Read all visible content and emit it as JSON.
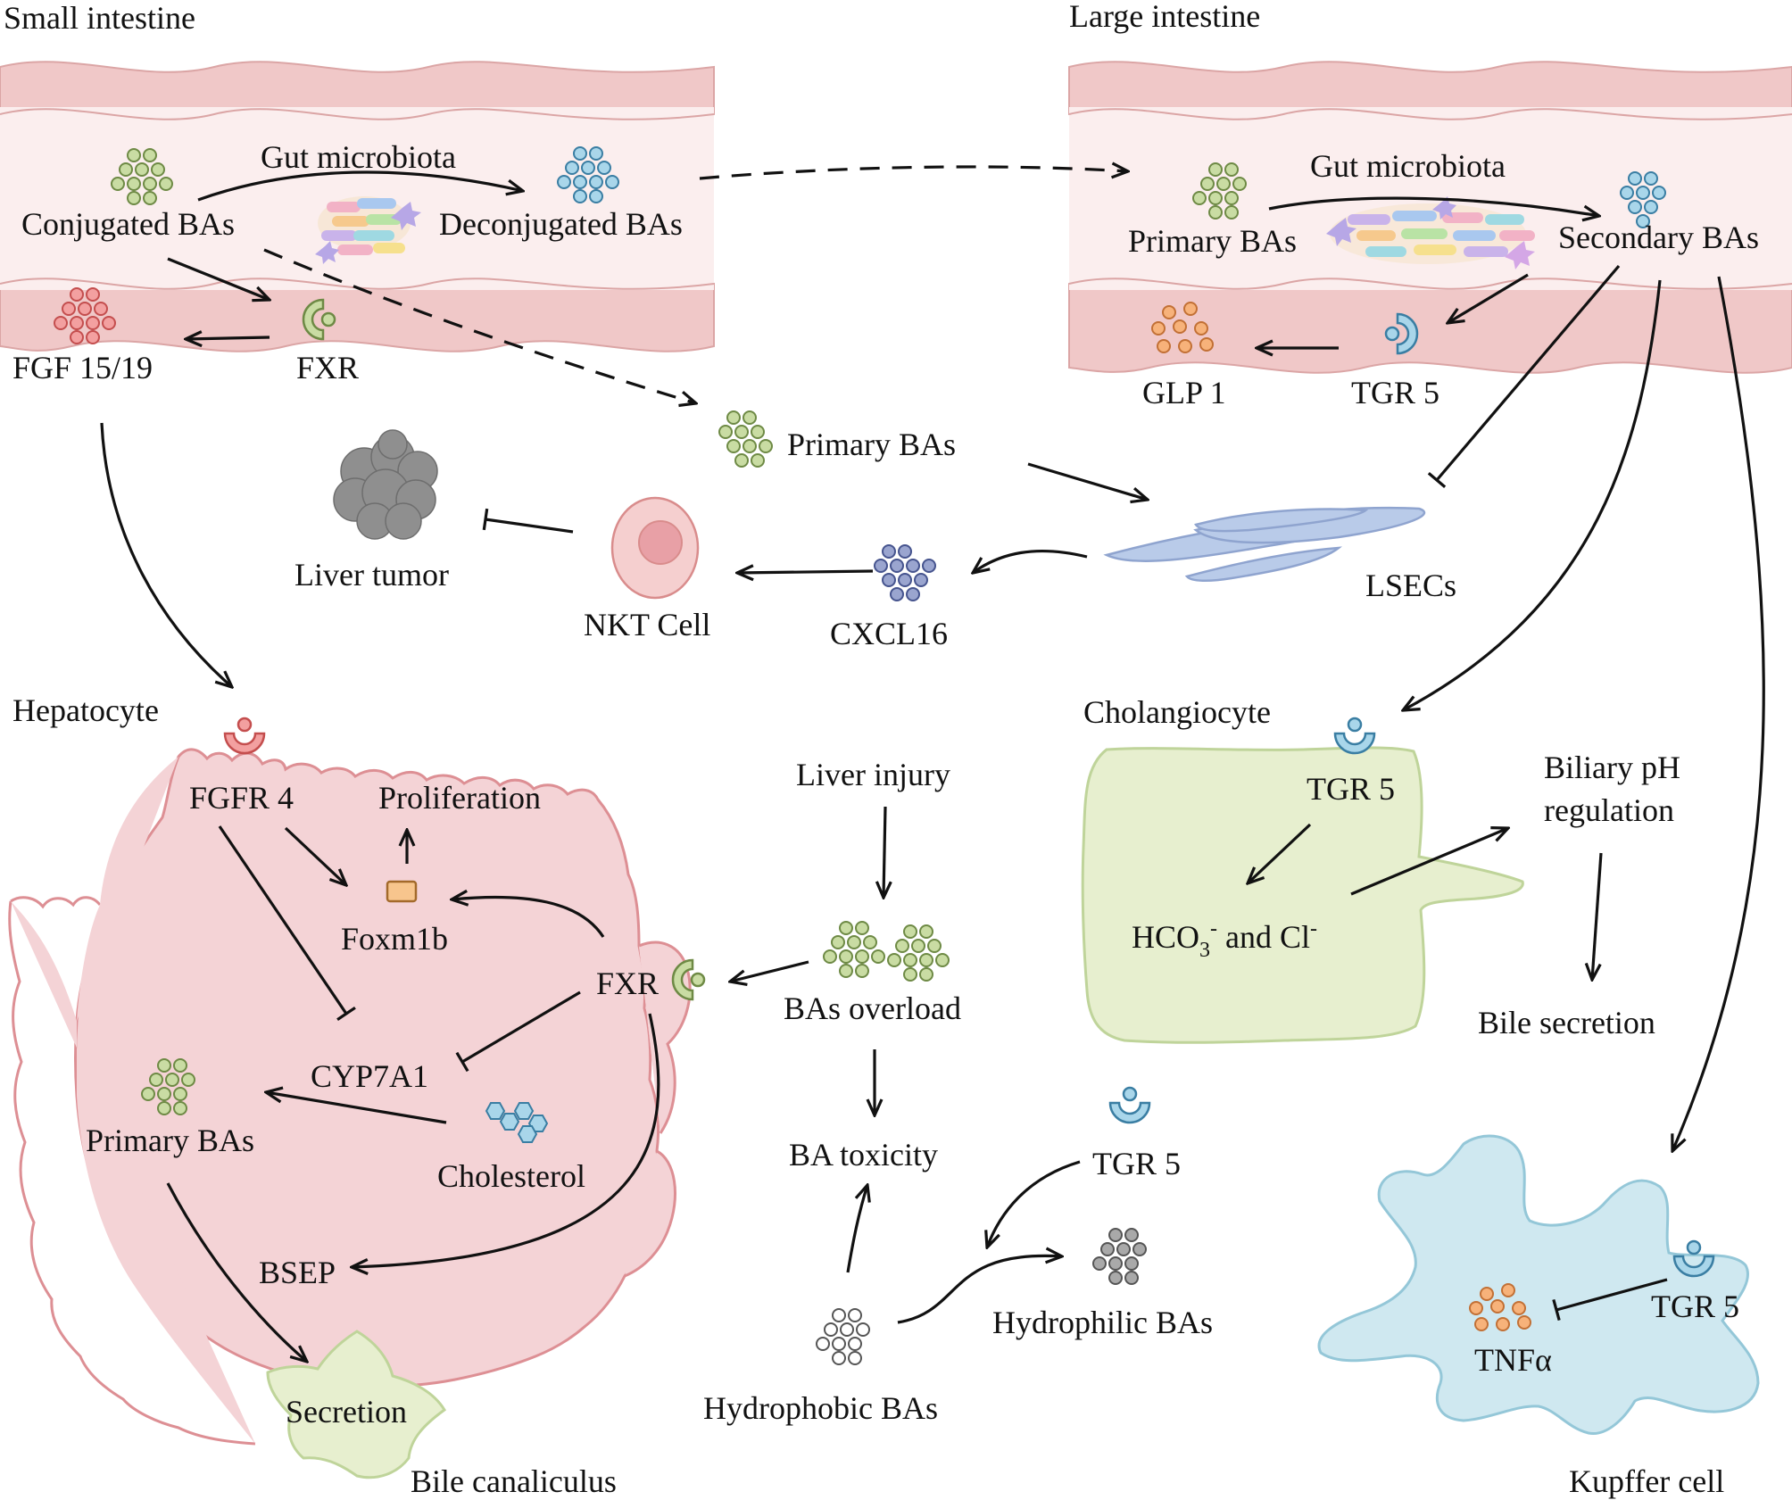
{
  "colors": {
    "intestine_wall": "#f0c8c8",
    "intestine_outline": "#dba5a5",
    "hepatocyte_fill": "#f4d3d6",
    "hepatocyte_outline": "#dd8f94",
    "cholangiocyte_fill": "#e7efcf",
    "cholangiocyte_outline": "#bfd49a",
    "kupffer_fill": "#cfe8f0",
    "kupffer_outline": "#94c7d8",
    "lsec_fill": "#b9cbe9",
    "lsec_outline": "#8fa4cf",
    "nkt_fill": "#f5cfcf",
    "nkt_outline": "#d98c8c",
    "tumor": "#8f8f8f",
    "green_dots": "#c9dca3",
    "blue_dots": "#a9d6ea",
    "red_dots": "#f3a0a0",
    "orange_dots": "#f7b27a",
    "navy_dots": "#9aa5cf",
    "grey_dots": "#a9a9a9"
  },
  "regions": {
    "small_intestine": "Small intestine",
    "large_intestine": "Large intestine",
    "hepatocyte": "Hepatocyte",
    "cholangiocyte": "Cholangiocyte",
    "kupffer_cell": "Kupffer cell",
    "bile_canaliculus": "Bile canaliculus"
  },
  "labels": {
    "gut_microbiota_small": "Gut microbiota",
    "conjugated_bas": "Conjugated BAs",
    "deconjugated_bas": "Deconjugated BAs",
    "fgf": "FGF 15/19",
    "fxr_intestine": "FXR",
    "gut_microbiota_large": "Gut microbiota",
    "primary_bas_large": "Primary BAs",
    "secondary_bas": "Secondary BAs",
    "glp1": "GLP 1",
    "tgr5_large": "TGR 5",
    "primary_bas_center": "Primary BAs",
    "liver_tumor": "Liver tumor",
    "nkt_cell": "NKT Cell",
    "cxcl16": "CXCL16",
    "lsecs": "LSECs",
    "fgfr4": "FGFR 4",
    "proliferation": "Proliferation",
    "foxm1b": "Foxm1b",
    "fxr_hepatocyte": "FXR",
    "cyp7a1": "CYP7A1",
    "primary_bas_hepatocyte": "Primary BAs",
    "cholesterol": "Cholesterol",
    "bsep": "BSEP",
    "secretion": "Secretion",
    "liver_injury": "Liver injury",
    "bas_overload": "BAs overload",
    "ba_toxicity": "BA toxicity",
    "tgr5_center": "TGR 5",
    "hydrophilic_bas": "Hydrophilic BAs",
    "hydrophobic_bas": "Hydrophobic BAs",
    "tgr5_cholangiocyte": "TGR 5",
    "hco3_base": "HCO",
    "hco3_sub": "3",
    "hco3_sup": "-",
    "hco3_and": " and Cl",
    "cl_sup": "-",
    "biliary_ph_line1": "Biliary pH",
    "biliary_ph_line2": "regulation",
    "bile_secretion": "Bile secretion",
    "tgr5_kupffer": "TGR 5",
    "tnfa": "TNFα"
  }
}
